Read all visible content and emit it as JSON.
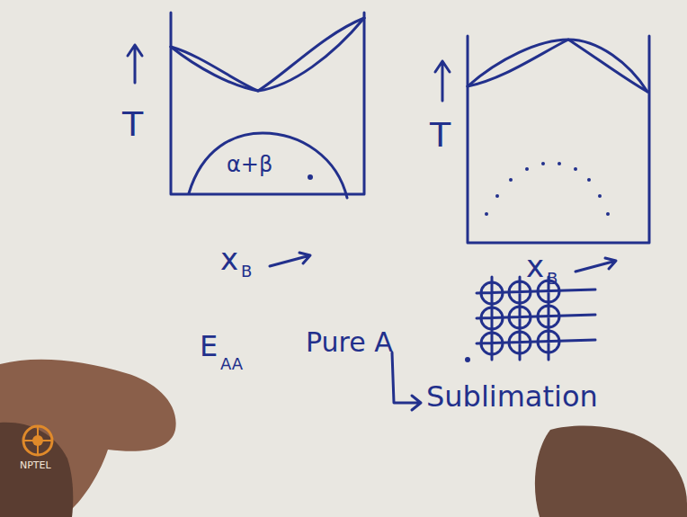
{
  "diagram": {
    "labels": [
      "T",
      "α+β",
      "x",
      "B",
      "T",
      "x",
      "B",
      "E",
      "AA",
      "Pure A",
      "Sublimation",
      "NPTEL"
    ]
  }
}
